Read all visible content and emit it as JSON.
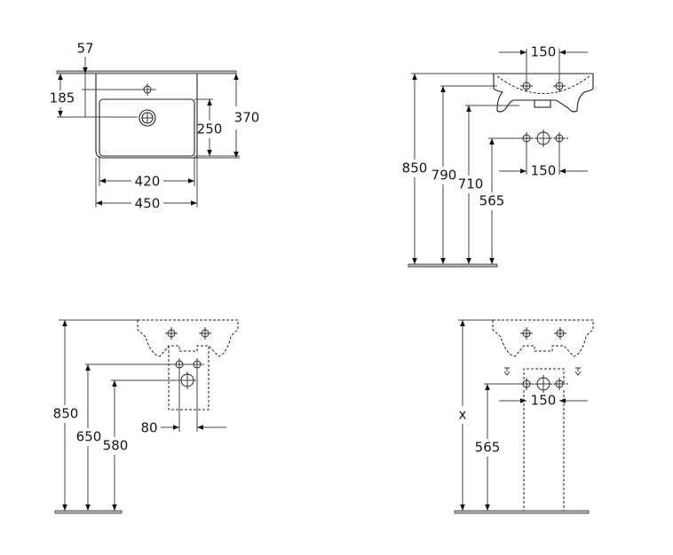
{
  "top_view": {
    "d_57": "57",
    "d_185": "185",
    "d_250": "250",
    "d_370": "370",
    "d_420": "420",
    "d_450": "450"
  },
  "side_view": {
    "d_150_top": "150",
    "d_150_bottom": "150",
    "d_850": "850",
    "d_790": "790",
    "d_710": "710",
    "d_565": "565"
  },
  "half_pedestal_view": {
    "d_850": "850",
    "d_650": "650",
    "d_580": "580",
    "d_80": "80"
  },
  "pedestal_view": {
    "d_x": "x",
    "d_565": "565",
    "d_150": "150"
  }
}
